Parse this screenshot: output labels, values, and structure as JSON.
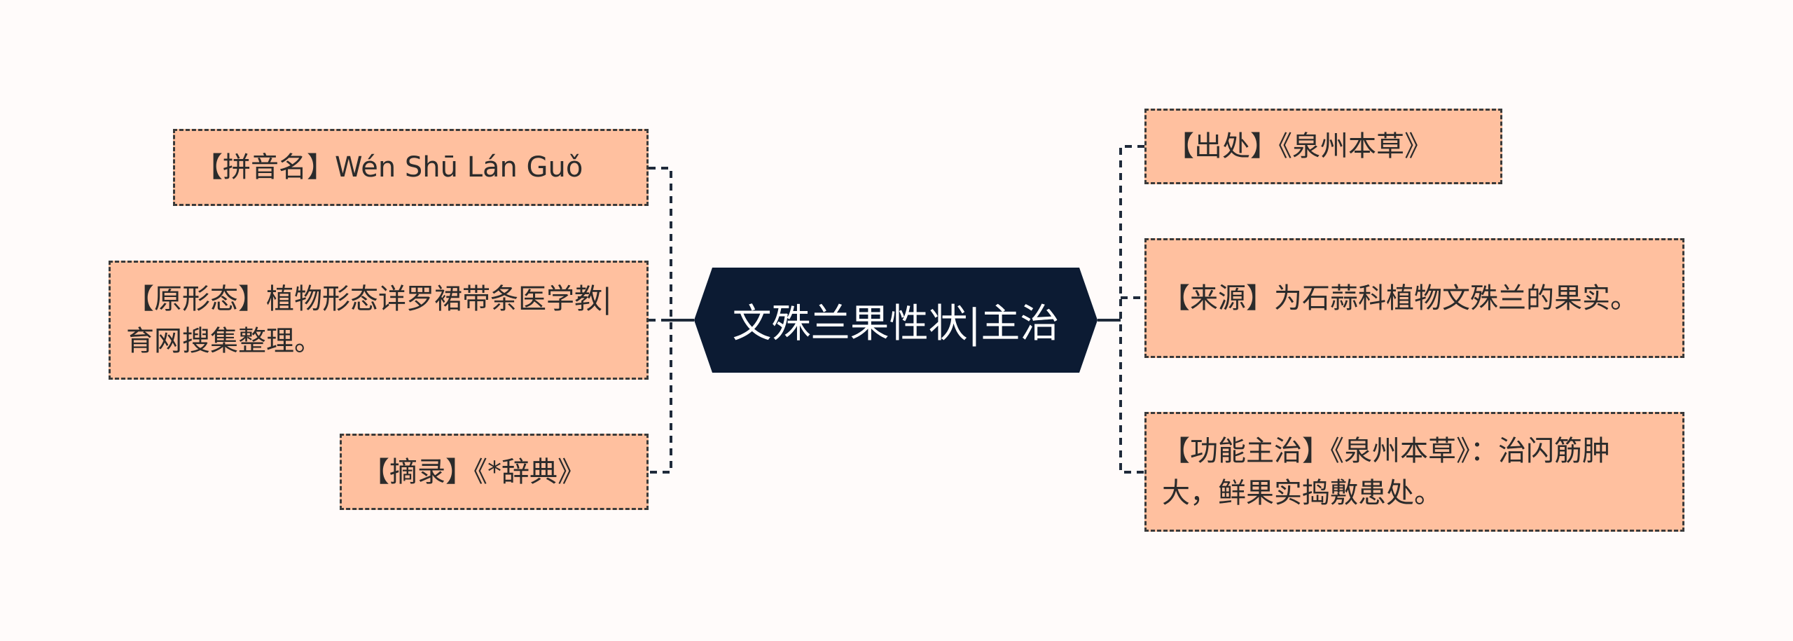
{
  "center": {
    "title": "文殊兰果性状|主治"
  },
  "left_nodes": [
    {
      "text": "【拼音名】Wén Shū Lán Guǒ"
    },
    {
      "text": "【原形态】植物形态详罗裙带条医学教|育网搜集整理。"
    },
    {
      "text": "【摘录】《*辞典》"
    }
  ],
  "right_nodes": [
    {
      "text": "【出处】《泉州本草》"
    },
    {
      "text": "【来源】为石蒜科植物文殊兰的果实。"
    },
    {
      "text": "【功能主治】《泉州本草》：治闪筋肿大，鲜果实捣敷患处。"
    }
  ],
  "colors": {
    "center_bg": "#0c1b33",
    "node_bg": "#ffc09f",
    "line": "#1f2a3a"
  }
}
